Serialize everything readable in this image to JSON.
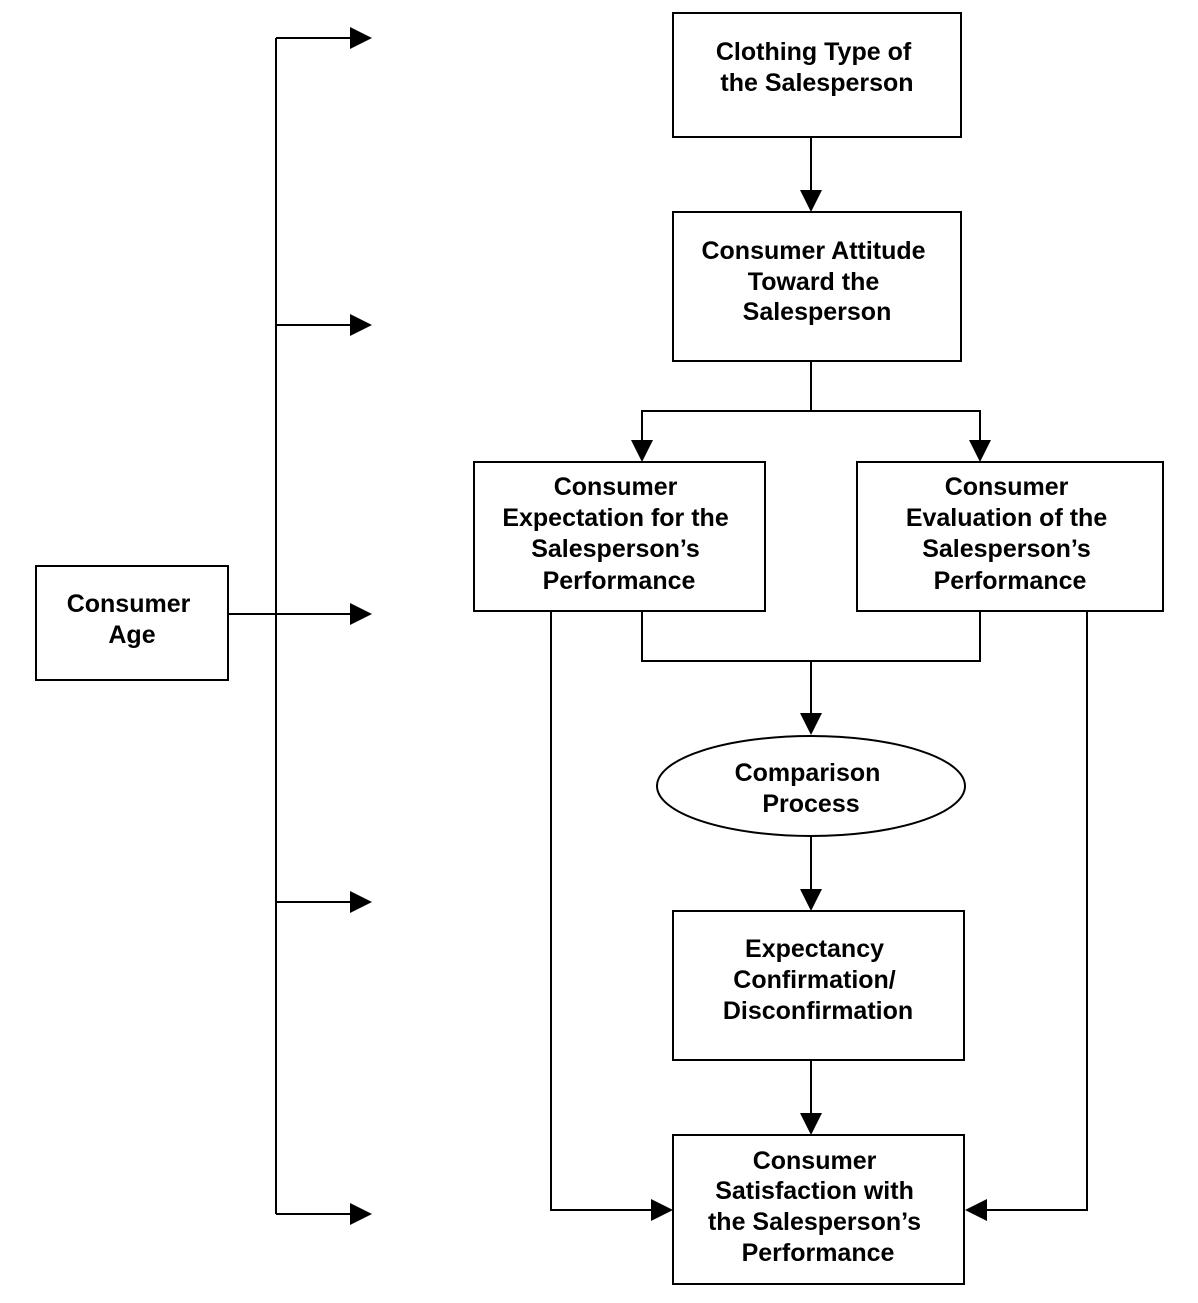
{
  "nodes": {
    "clothing_type": {
      "lines": [
        "Clothing Type of",
        "the Salesperson"
      ]
    },
    "attitude": {
      "lines": [
        "Consumer Attitude",
        "Toward the",
        "Salesperson"
      ]
    },
    "expectation": {
      "lines": [
        "Consumer",
        "Expectation for the",
        "Salesperson’s",
        "Performance"
      ]
    },
    "evaluation": {
      "lines": [
        "Consumer",
        "Evaluation of the",
        "Salesperson’s",
        "Performance"
      ]
    },
    "comparison": {
      "lines": [
        "Comparison",
        "Process"
      ]
    },
    "confirmation": {
      "lines": [
        "Expectancy",
        "Confirmation/",
        "Disconfirmation"
      ]
    },
    "satisfaction": {
      "lines": [
        "Consumer",
        "Satisfaction with",
        "the Salesperson’s",
        "Performance"
      ]
    },
    "age": {
      "lines": [
        "Consumer",
        "Age"
      ]
    }
  },
  "colors": {
    "stroke": "#000000",
    "fill": "#ffffff",
    "text": "#000000"
  }
}
